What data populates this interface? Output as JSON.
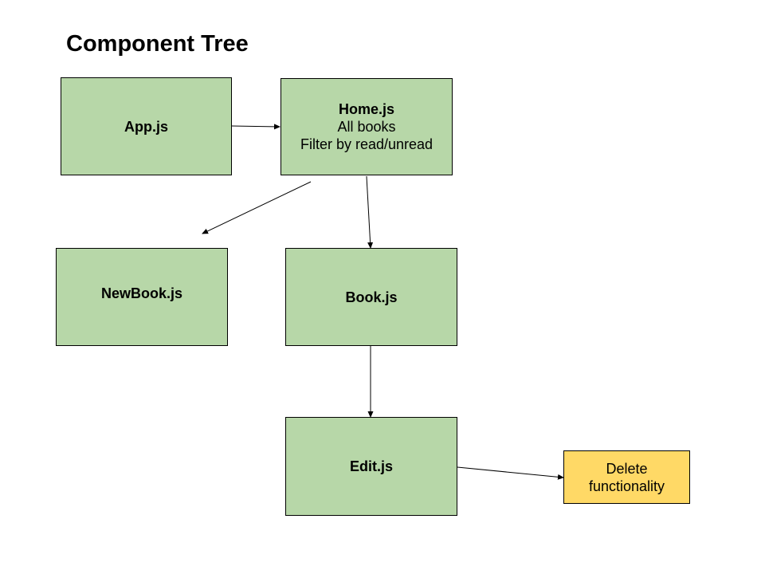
{
  "title": "Component Tree",
  "colors": {
    "component_fill": "#b7d7a8",
    "feature_fill": "#ffd966",
    "border": "#000000",
    "arrow": "#000000"
  },
  "nodes": {
    "app": {
      "label": "App.js"
    },
    "home": {
      "label": "Home.js",
      "lines": [
        "All books",
        "Filter by read/unread"
      ]
    },
    "newbook": {
      "label": "NewBook.js"
    },
    "book": {
      "label": "Book.js"
    },
    "edit": {
      "label": "Edit.js"
    },
    "delete": {
      "lines": [
        "Delete",
        "functionality"
      ]
    }
  }
}
